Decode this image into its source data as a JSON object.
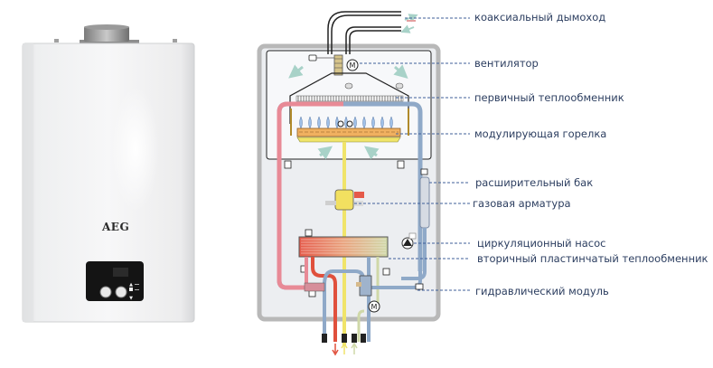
{
  "product": {
    "brand": "AEG",
    "panel_symbols": [
      "▲",
      "■",
      "▼"
    ]
  },
  "diagram": {
    "colors": {
      "hot_pipe": "#e88a96",
      "cold_pipe": "#8fa9c8",
      "gas_pipe": "#f0e46a",
      "hot_outlet": "#e0503c",
      "cabinet_border": "#b8b8b8",
      "cabinet_fill": "#f6f7f9",
      "label_text": "#2c3e60",
      "leader_line": "#3f5f9a",
      "arrow_green": "#a8d2c8"
    },
    "motor_symbol": "M",
    "labels": [
      {
        "id": "coaxial-flue",
        "text": "коаксиальный дымоход"
      },
      {
        "id": "fan",
        "text": "вентилятор"
      },
      {
        "id": "primary-heat-exchanger",
        "text": "первичный теплообменник"
      },
      {
        "id": "modulating-burner",
        "text": "модулирующая горелка"
      },
      {
        "id": "expansion-tank",
        "text": "расширительный бак"
      },
      {
        "id": "gas-valve",
        "text": "газовая арматура"
      },
      {
        "id": "circulation-pump",
        "text": "циркуляционный насос"
      },
      {
        "id": "secondary-plate-heat-exchanger",
        "text": "вторичный пластинчатый теплообменник"
      },
      {
        "id": "hydraulic-module",
        "text": "гидравлический модуль"
      }
    ]
  }
}
